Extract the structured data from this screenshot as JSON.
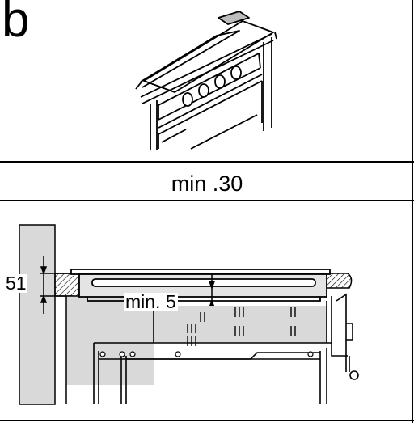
{
  "panel_label": "b",
  "top_dimension": "min .30",
  "height_dimension": "51",
  "gap_dimension": "min. 5"
}
